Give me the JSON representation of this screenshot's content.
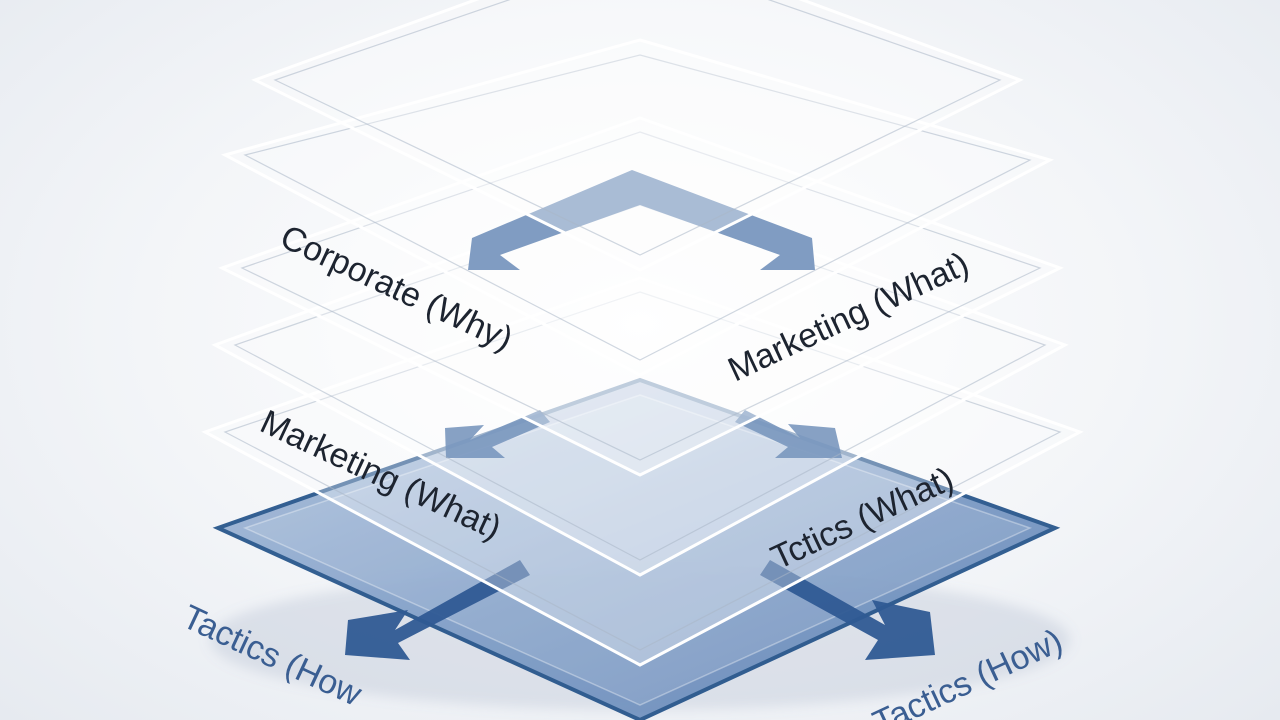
{
  "diagram": {
    "layers": [
      {
        "id": "layer-1"
      },
      {
        "id": "layer-2"
      },
      {
        "id": "layer-3"
      },
      {
        "id": "layer-4"
      },
      {
        "id": "layer-5"
      },
      {
        "id": "base-layer"
      }
    ],
    "labels": {
      "corporate_why": "Corporate (Why)",
      "marketing_what_upper": "Marketing (What)",
      "marketing_what_lower": "Marketing (What)",
      "tactics_what_garbled": "Tctics (What)",
      "tactics_how_left": "Tactics (How",
      "tactics_how_right": "Tactics (How)"
    },
    "colors": {
      "accent_blue": "#3f6aa6",
      "arrow_blue": "#3b66a0",
      "base_fill": "#7f9ec8",
      "base_border": "#1f4f87"
    },
    "arrows": [
      {
        "name": "upper-chevron-arrow",
        "icon": "chevron-split-arrow"
      },
      {
        "name": "middle-left-arrow",
        "icon": "arrow-down-left"
      },
      {
        "name": "middle-right-arrow",
        "icon": "arrow-down-right"
      },
      {
        "name": "lower-left-arrow",
        "icon": "arrow-down-left"
      },
      {
        "name": "lower-right-arrow",
        "icon": "arrow-down-right"
      }
    ]
  }
}
